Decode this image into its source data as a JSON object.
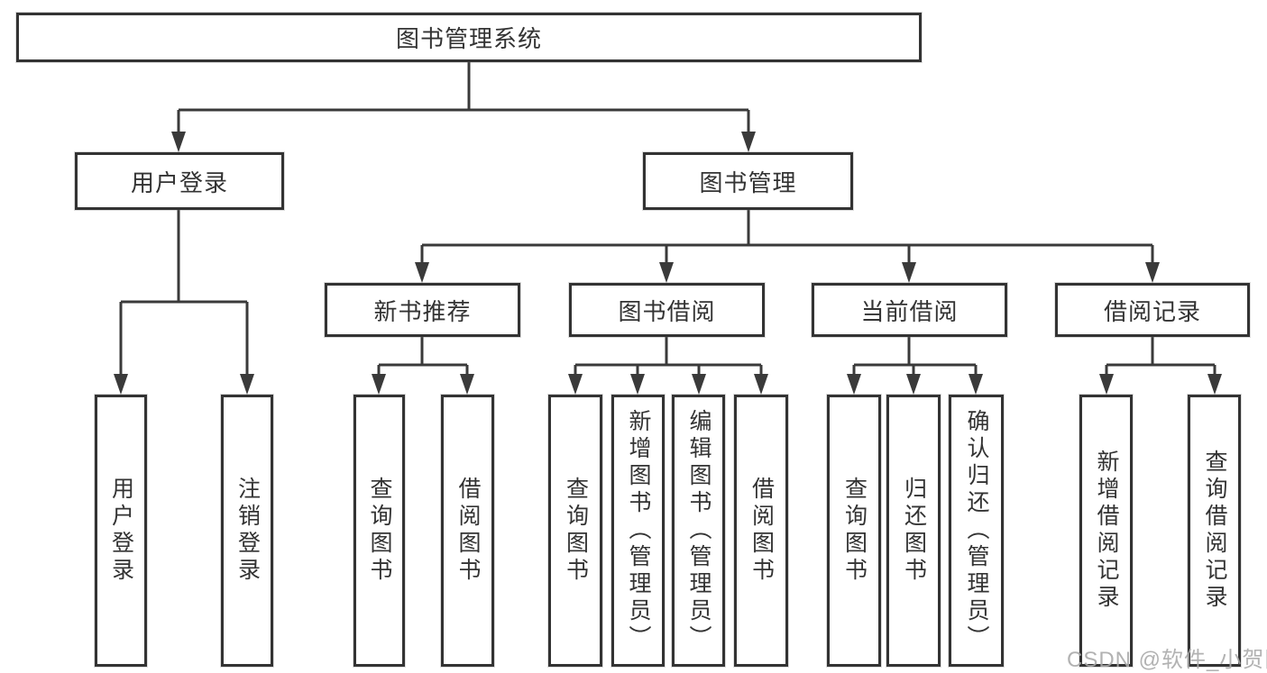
{
  "diagram": {
    "root": {
      "label": "图书管理系统"
    },
    "level2": [
      {
        "label": "用户登录"
      },
      {
        "label": "图书管理"
      }
    ],
    "level3": [
      {
        "label": "新书推荐"
      },
      {
        "label": "图书借阅"
      },
      {
        "label": "当前借阅"
      },
      {
        "label": "借阅记录"
      }
    ],
    "leaves": {
      "user_login_group": [
        {
          "label": "用户登录"
        },
        {
          "label": "注销登录"
        }
      ],
      "new_book_group": [
        {
          "label": "查询图书"
        },
        {
          "label": "借阅图书"
        }
      ],
      "borrow_group": [
        {
          "label": "查询图书"
        },
        {
          "label": "新增图书（管理员）"
        },
        {
          "label": "编辑图书（管理员）"
        },
        {
          "label": "借阅图书"
        }
      ],
      "current_group": [
        {
          "label": "查询图书"
        },
        {
          "label": "归还图书"
        },
        {
          "label": "确认归还（管理员）"
        }
      ],
      "record_group": [
        {
          "label": "新增借阅记录"
        },
        {
          "label": "查询借阅记录"
        }
      ]
    }
  },
  "watermark": {
    "text": "CSDN @软件_小贺同学"
  },
  "colors": {
    "line": "#3a3a3a",
    "border": "#333333",
    "text": "#333333",
    "watermark": "#aaaaaa",
    "background": "#ffffff"
  }
}
